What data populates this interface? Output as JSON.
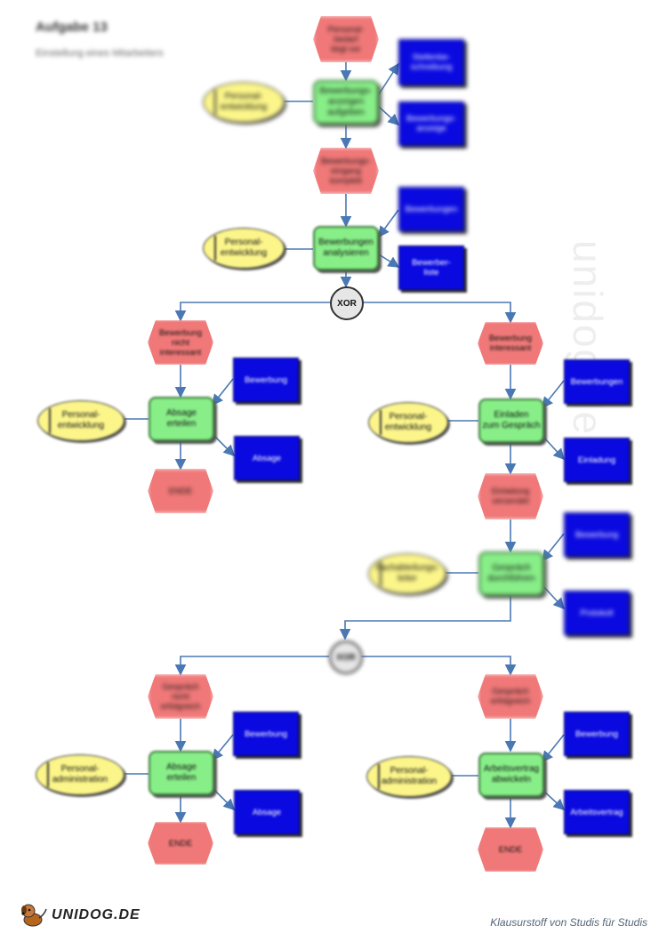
{
  "header": {
    "title": "Aufgabe 13",
    "subtitle": "Einstellung eines Mitarbeiters"
  },
  "watermark": "unidog.de",
  "xor_label": "XOR",
  "nodes": {
    "e_start": "Personal-\nbedarf\nliegt vor",
    "d_stelle": "Stellenbe-\nschreibung",
    "o_pe1": "Personal-\nentwicklung",
    "f_anzeige": "Bewerbungs-\nanzeigen\naufgeben",
    "d_anzeige": "Bewerbungs-\nanzeige",
    "e_eingang": "Bewerbungs-\neingang\nkomplett",
    "d_bewerbungen1": "Bewerbungen",
    "o_pe2": "Personal-\nentwicklung",
    "f_analysieren": "Bewerbungen\nanalysieren",
    "d_liste": "Bewerber-\nliste",
    "e_nicht": "Bewerbung\nnicht\ninteressant",
    "e_interessant": "Bewerbung\ninteressant",
    "d_bewerbung_l": "Bewerbung",
    "o_pe3": "Personal-\nentwicklung",
    "f_absage1": "Absage\nerteilen",
    "d_absage1": "Absage",
    "e_ende1": "ENDE",
    "d_bewerbungen_r": "Bewerbungen",
    "o_pe4": "Personal-\nentwicklung",
    "f_einladen": "Einladen\nzum Gespräch",
    "d_einladung": "Einladung",
    "e_einladung": "Einladung\nversendet",
    "d_bewerbung_r2": "Bewerbung",
    "o_fach": "Fachabteilungs-\nleiter",
    "f_gespraech": "Gespräch\ndurchführen",
    "d_protokoll": "Protokoll",
    "e_nicht_erfolg": "Gespräch\nnicht\nerfolgreich",
    "e_erfolg": "Gespräch\nerfolgreich",
    "d_bewerbung_l3": "Bewerbung",
    "o_pa1": "Personal-\nadministration",
    "f_absage2": "Absage\nerteilen",
    "d_absage2": "Absage",
    "e_ende2": "ENDE",
    "d_bewerbung_r3": "Bewerbung",
    "o_pa2": "Personal-\nadministration",
    "f_vertrag": "Arbeitsvertrag\nabwickeln",
    "d_vertrag": "Arbeitsvertrag",
    "e_ende3": "ENDE"
  },
  "footer": {
    "logo_text": "UNIDOG.DE",
    "tagline": "Klausurstoff von Studis für Studis"
  },
  "colors": {
    "event": "#f07878",
    "function": "#88ee88",
    "document": "#0a0ae0",
    "org_unit": "#fbf58a",
    "connector": "#4a78b4"
  }
}
